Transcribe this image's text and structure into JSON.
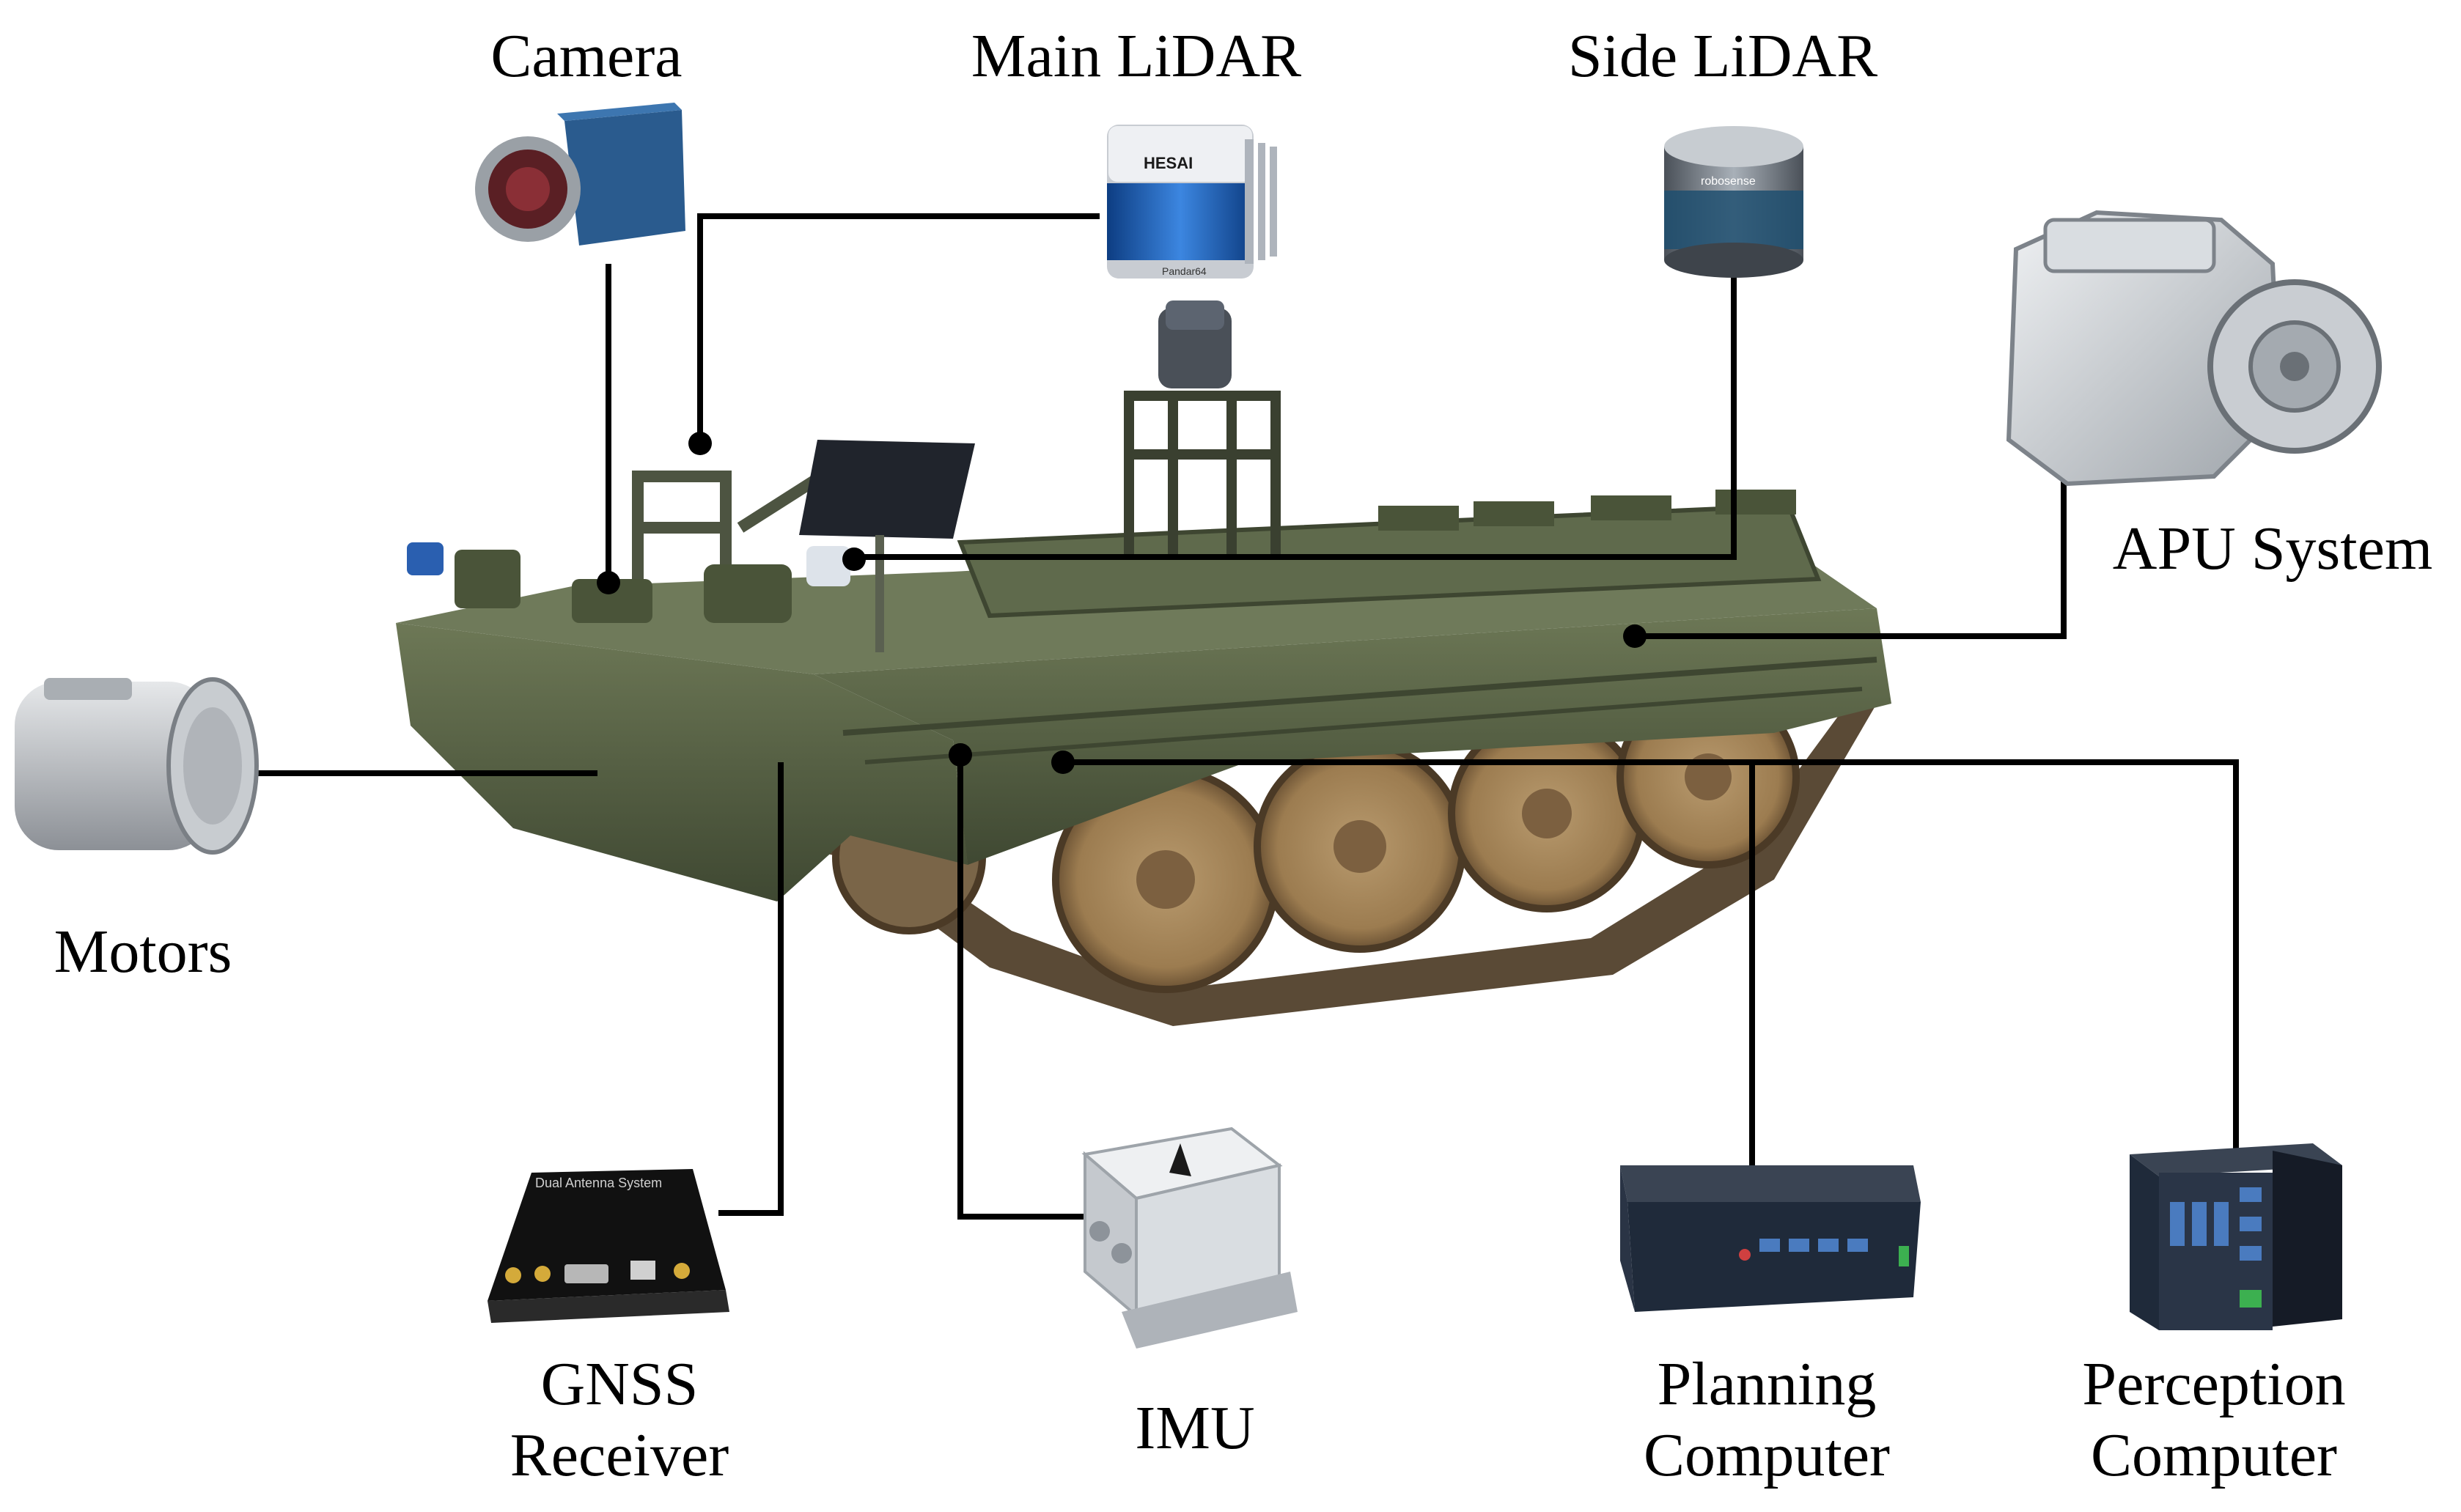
{
  "labels": {
    "camera": "Camera",
    "main_lidar": "Main LiDAR",
    "side_lidar": "Side LiDAR",
    "apu_system": "APU System",
    "motors": "Motors",
    "gnss_line1": "GNSS",
    "gnss_line2": "Receiver",
    "imu": "IMU",
    "planning_line1": "Planning",
    "planning_line2": "Computer",
    "perception_line1": "Perception",
    "perception_line2": "Computer"
  },
  "device_markings": {
    "main_lidar_brand": "HESAI",
    "main_lidar_model": "Pandar64",
    "side_lidar_brand": "robosense",
    "gnss_panel": "Dual Antenna System"
  },
  "colors": {
    "connector": "#000000",
    "hull": "#5a6546",
    "hull_dark": "#3e4631",
    "wheel": "#a5865c",
    "track": "#5a4a36",
    "lidar_blue": "#1f5fb4",
    "camera_blue": "#2a5b8e",
    "computer_dark": "#1f2a3a",
    "metal": "#cfd2d6"
  }
}
